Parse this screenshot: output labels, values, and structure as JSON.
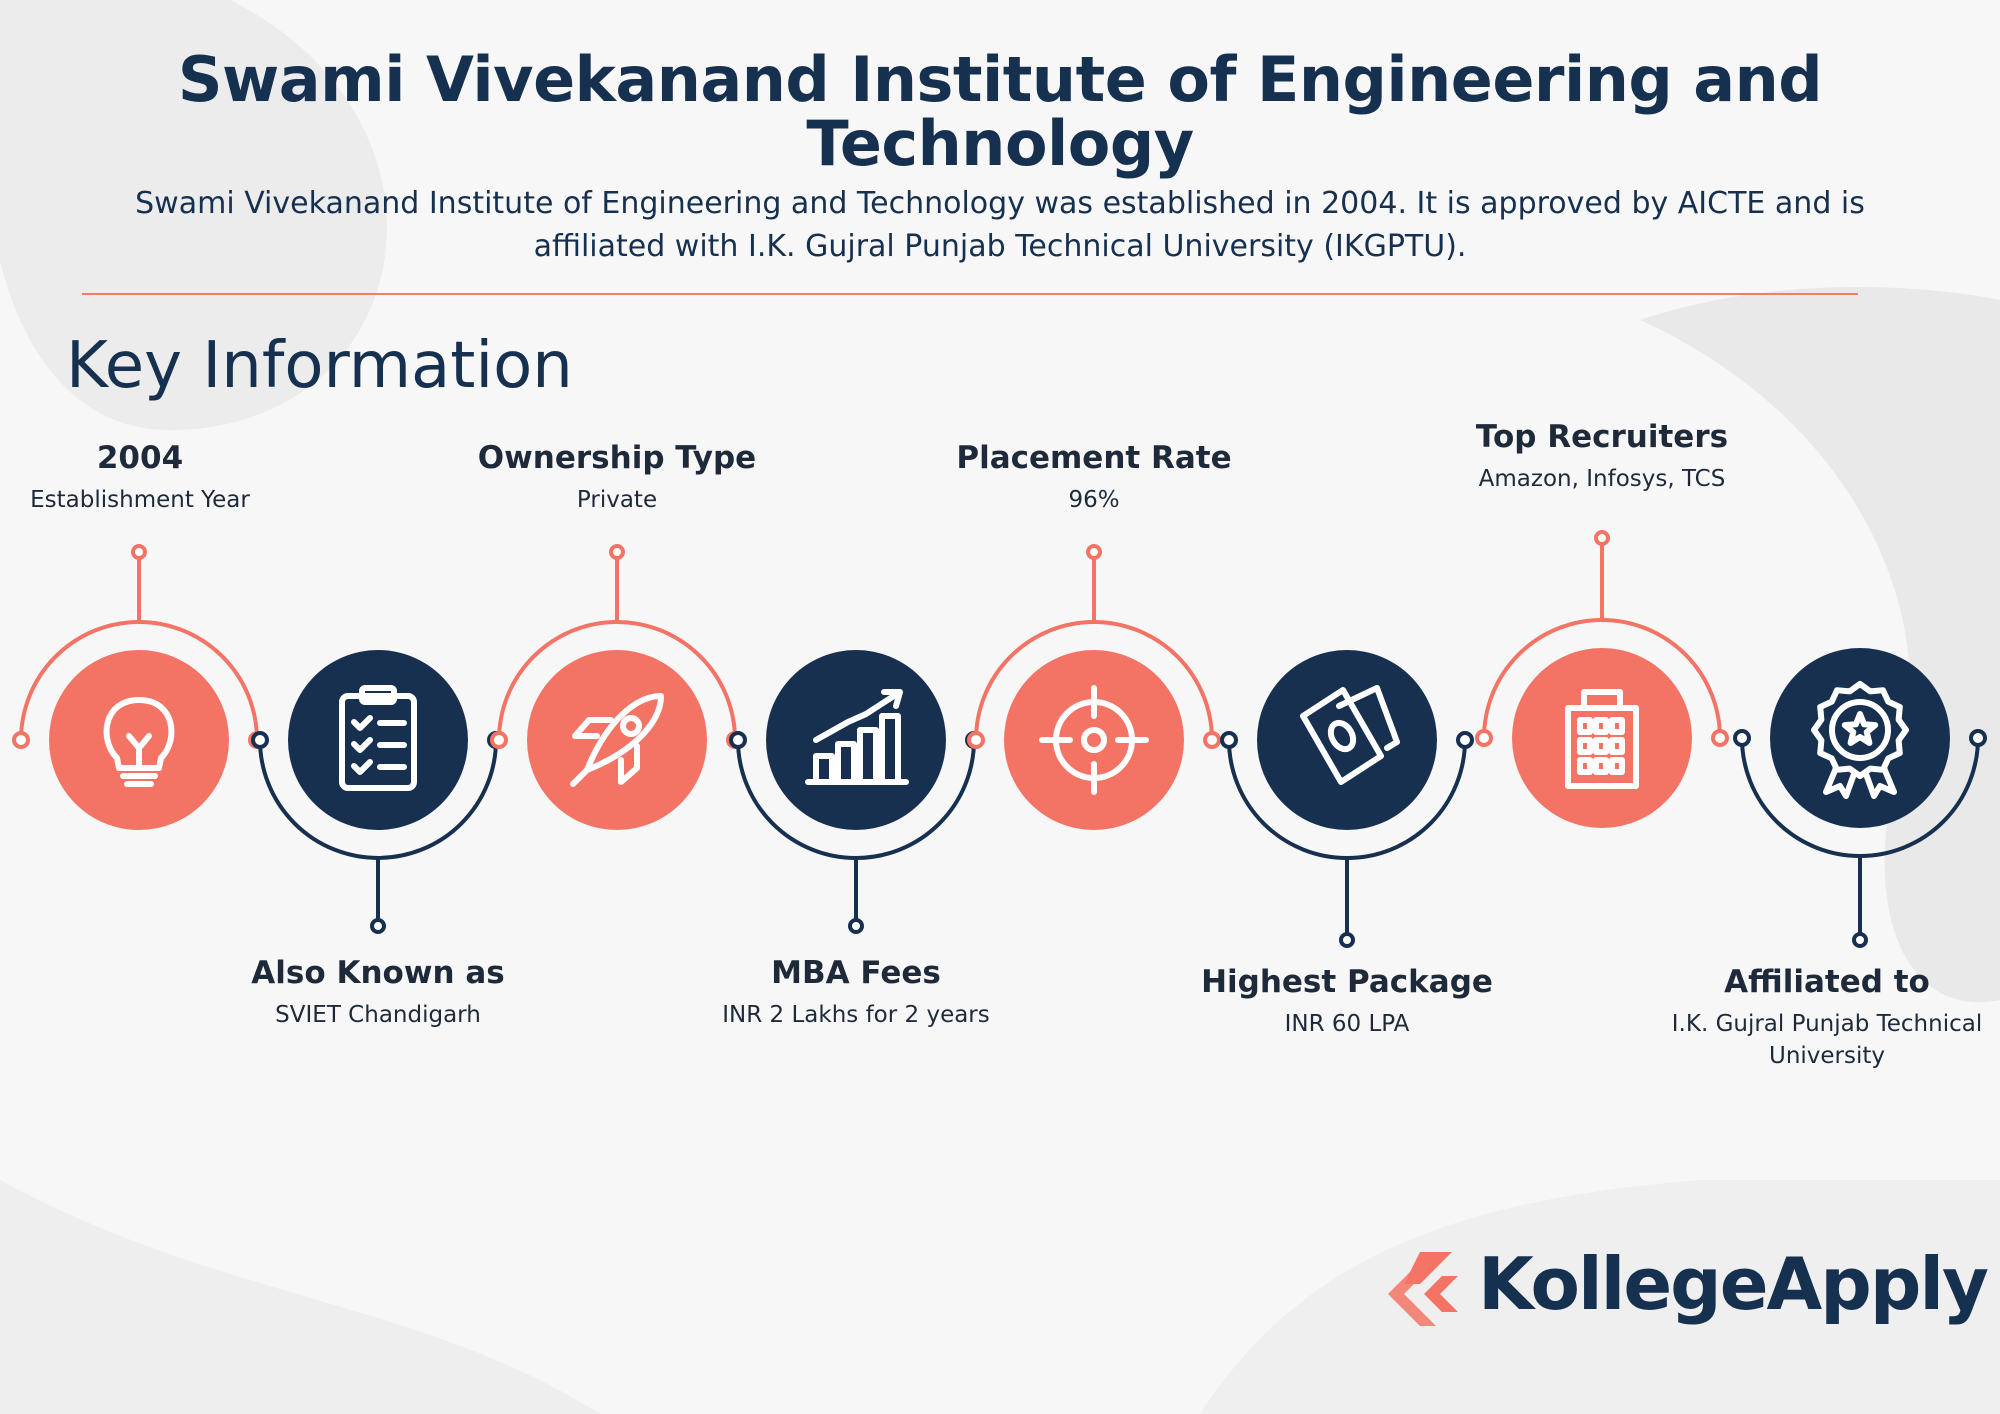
{
  "header": {
    "title": "Swami Vivekanand Institute of Engineering and Technology",
    "description": "Swami Vivekanand Institute of Engineering and Technology was established in 2004. It is approved by AICTE and is affiliated with I.K. Gujral Punjab Technical University (IKGPTU)."
  },
  "section_title": "Key Information",
  "items": [
    {
      "heading": "2004",
      "value": "Establishment Year",
      "icon": "lightbulb-icon",
      "position": "top",
      "color": "#f37465"
    },
    {
      "heading": "Also Known as",
      "value": "SVIET Chandigarh",
      "icon": "checklist-icon",
      "position": "bottom",
      "color": "#17304f"
    },
    {
      "heading": "Ownership Type",
      "value": "Private",
      "icon": "rocket-icon",
      "position": "top",
      "color": "#f37465"
    },
    {
      "heading": "MBA Fees",
      "value": "INR 2 Lakhs for 2 years",
      "icon": "growth-chart-icon",
      "position": "bottom",
      "color": "#17304f"
    },
    {
      "heading": "Placement Rate",
      "value": "96%",
      "icon": "target-icon",
      "position": "top",
      "color": "#f37465"
    },
    {
      "heading": "Highest Package",
      "value": "INR 60 LPA",
      "icon": "money-icon",
      "position": "bottom",
      "color": "#17304f"
    },
    {
      "heading": "Top Recruiters",
      "value": "Amazon, Infosys, TCS",
      "icon": "building-icon",
      "position": "top",
      "color": "#f37465"
    },
    {
      "heading": "Affiliated to",
      "value": "I.K. Gujral Punjab Technical University",
      "icon": "award-badge-icon",
      "position": "bottom",
      "color": "#17304f"
    }
  ],
  "brand": {
    "name": "KollegeApply",
    "accent_color": "#f37465",
    "primary_color": "#17304f"
  }
}
